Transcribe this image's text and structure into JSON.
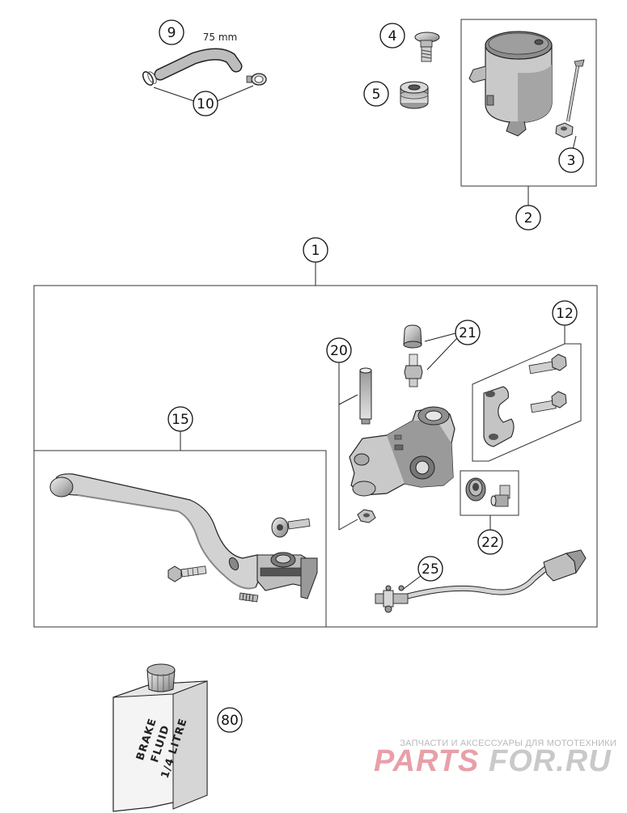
{
  "callouts": {
    "c1": "1",
    "c2": "2",
    "c3": "3",
    "c4": "4",
    "c5": "5",
    "c9": "9",
    "c10": "10",
    "c12": "12",
    "c15": "15",
    "c20": "20",
    "c21": "21",
    "c22": "22",
    "c25": "25",
    "c80": "80"
  },
  "hose_length": "75 mm",
  "fluid_can": {
    "line1": "BRAKE",
    "line2": "FLUID",
    "line3": "1/4 LITRE"
  },
  "watermark": {
    "tagline": "ЗАПЧАСТИ И АКСЕССУАРЫ ДЛЯ МОТОТЕХНИКИ",
    "brand_part1": "PARTS",
    "brand_part2": "FOR.RU",
    "color_main": "#e8a0a8",
    "color_accent": "#c9c9c9"
  },
  "colors": {
    "part_fill": "#d6d6d6",
    "part_dark": "#8a8a8a",
    "line": "#222222"
  }
}
